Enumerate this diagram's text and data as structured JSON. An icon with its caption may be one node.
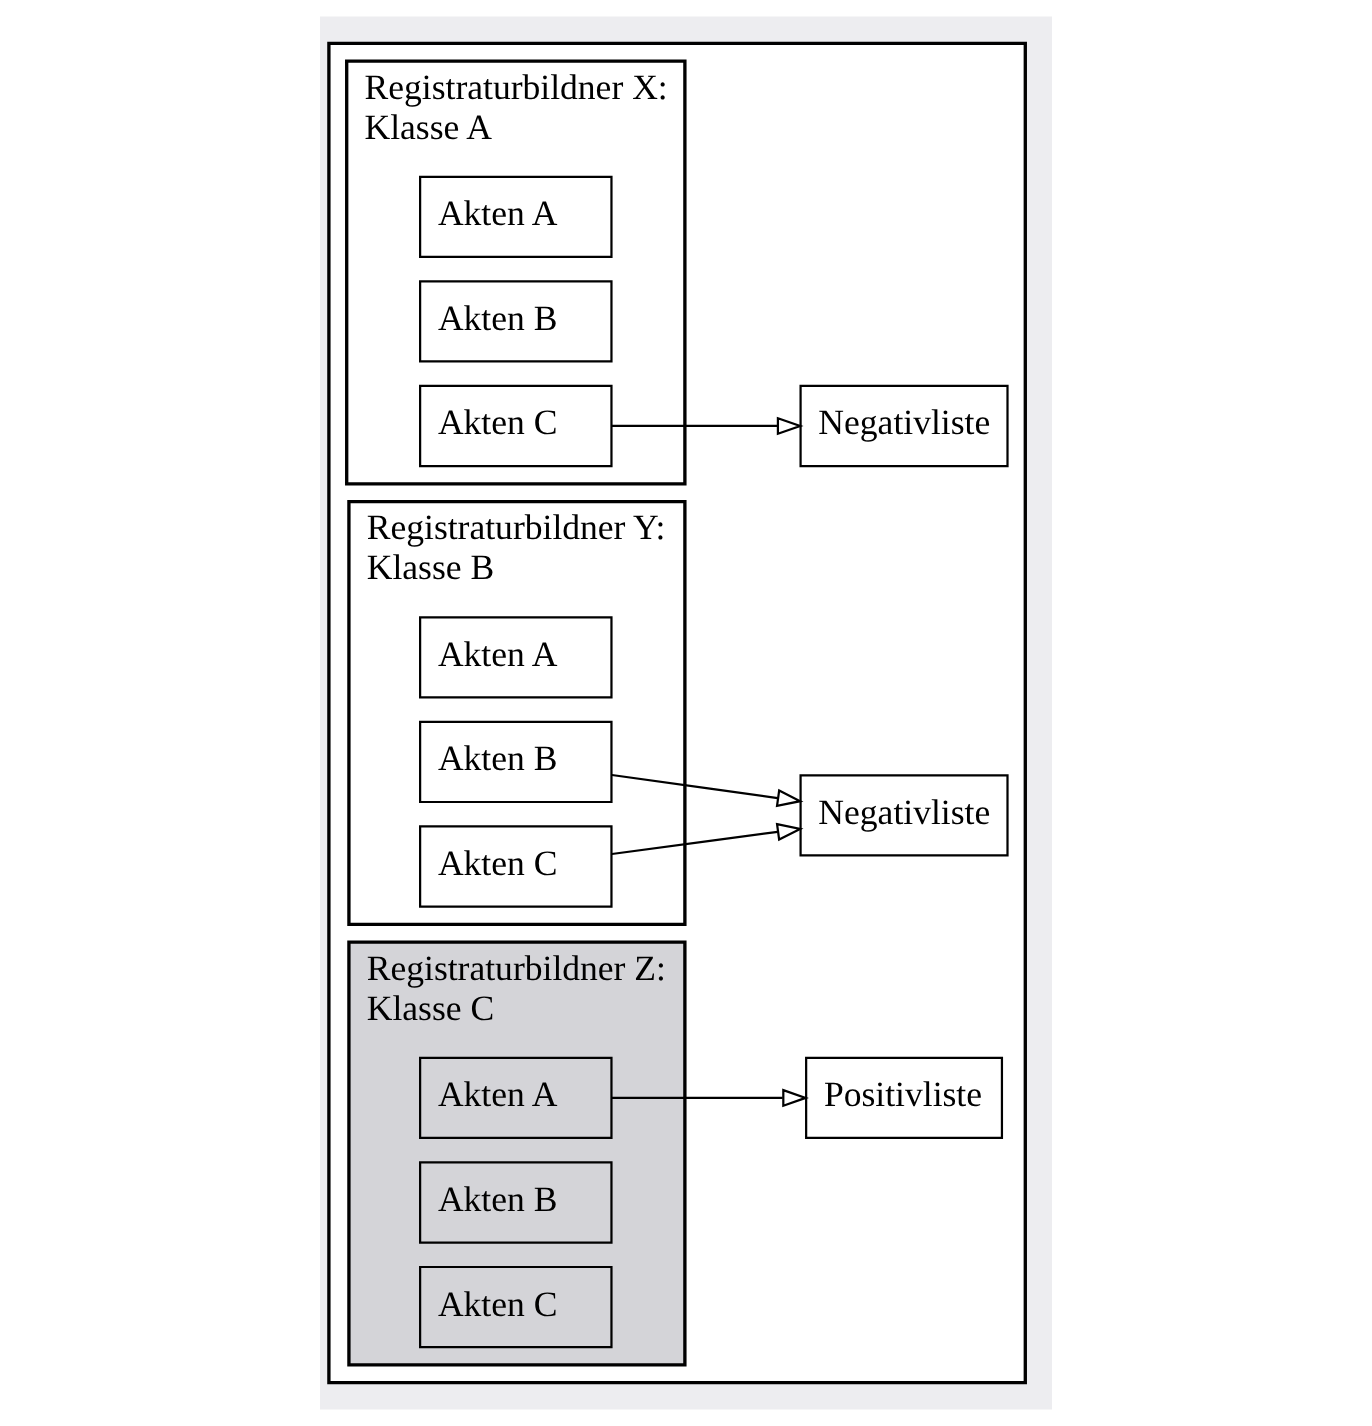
{
  "diagram": {
    "nodes": [
      {
        "text": [],
        "shape": "box"
      },
      {
        "text": [
          "Registraturbildner X:",
          "Klasse A"
        ],
        "in": 0
      },
      {
        "text": [
          "Akten A"
        ],
        "in": 1
      },
      {
        "text": [
          "Akten B"
        ],
        "in": 1
      },
      {
        "text": [
          "Akten C"
        ],
        "in": 1
      },
      {
        "text": [
          "Negativliste"
        ],
        "in": 0
      },
      {
        "text": [
          "Registraturbildner Y:",
          "Klasse B"
        ],
        "in": 0
      },
      {
        "text": [
          "Akten A"
        ],
        "in": 6
      },
      {
        "text": [
          "Akten B"
        ],
        "in": 6
      },
      {
        "text": [
          "Akten C"
        ],
        "in": 6
      },
      {
        "text": [
          "Negativliste"
        ],
        "in": 0
      },
      {
        "text": [
          "Registraturbildner Z:",
          "Klasse C"
        ],
        "in": 0
      },
      {
        "text": [
          "Akten A"
        ],
        "in": 11
      },
      {
        "text": [
          "Akten B"
        ],
        "in": 11
      },
      {
        "text": [
          "Akten C"
        ],
        "in": 11
      },
      {
        "text": [
          "Positivliste"
        ],
        "in": 0
      }
    ],
    "edges": [
      {
        "from": 4,
        "to": 5,
        "arrow": "to"
      },
      {
        "from": 8,
        "to": 10,
        "arrow": "to"
      },
      {
        "from": 9,
        "to": 10,
        "arrow": "to"
      },
      {
        "from": 12,
        "to": 15,
        "arrow": "to"
      }
    ]
  }
}
